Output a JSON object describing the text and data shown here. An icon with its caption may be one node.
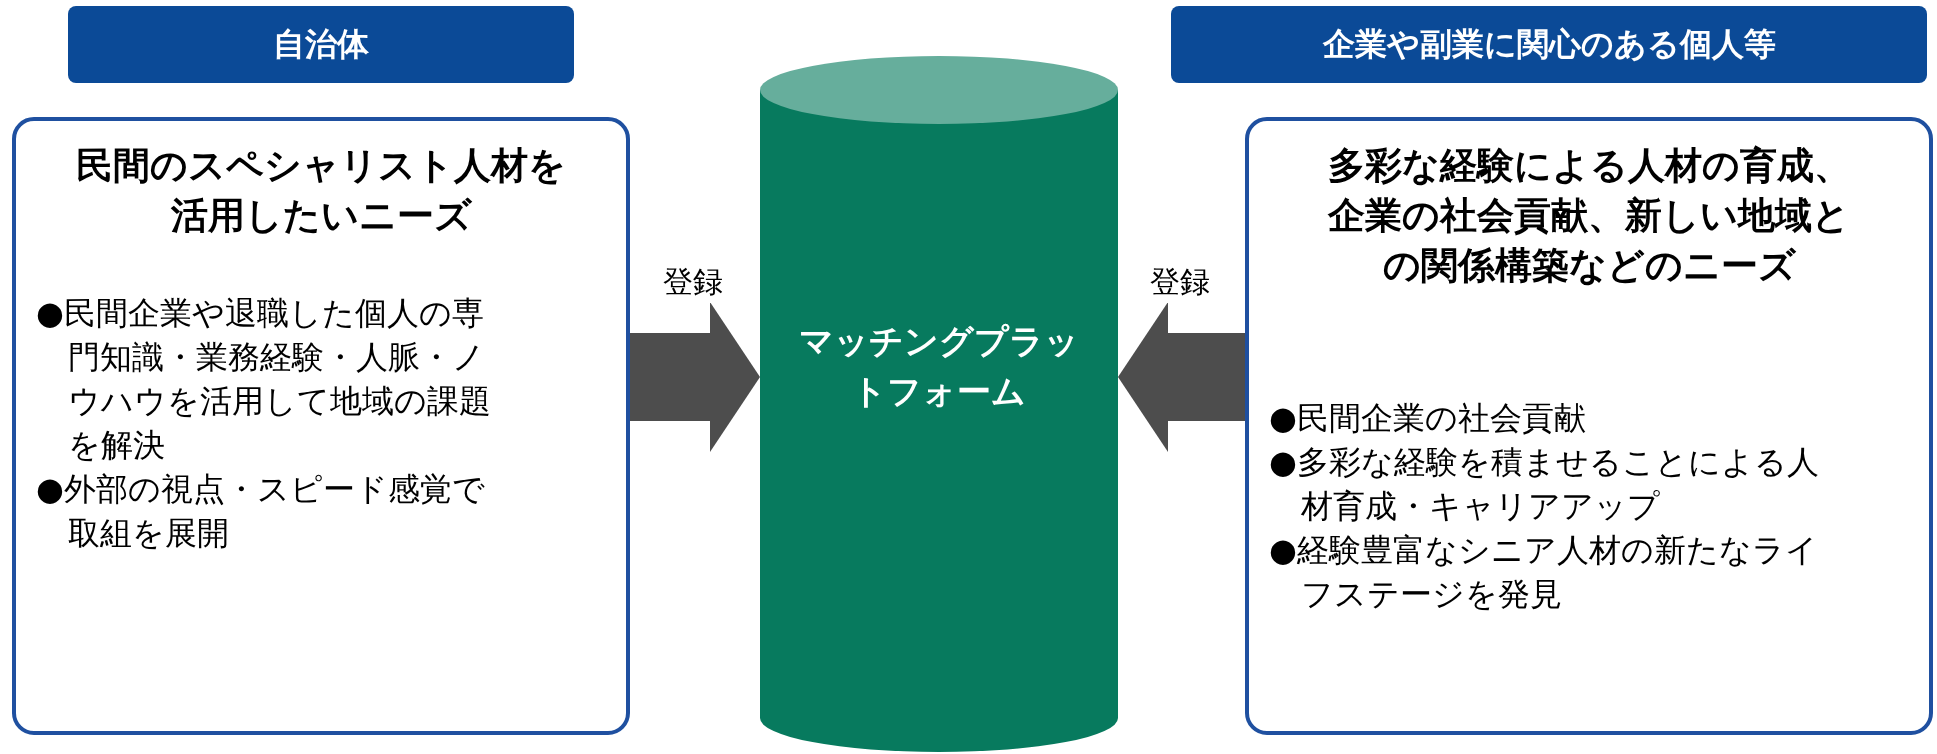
{
  "diagram": {
    "nodes": [
      {
        "text": [
          "自治体"
        ]
      },
      {
        "text": [
          "民間のスペシャリスト人材を活用したいニーズ",
          "●民間企業や退職した個人の専門知識・業務経験・人脈・ノウハウを活用して地域の課題を解決",
          "●外部の視点・スピード感覚で取組を展開"
        ]
      },
      {
        "text": [
          "マッチングプラットフォーム"
        ]
      },
      {
        "text": [
          "企業や副業に関心のある個人等"
        ]
      },
      {
        "text": [
          "多彩な経験による人材の育成、企業の社会貢献、新しい地域との関係構築などのニーズ",
          "●民間企業の社会貢献",
          "●多彩な経験を積ませることによる人材育成・キャリアアップ",
          "●経験豊富なシニア人材の新たなライフステージを発見"
        ]
      }
    ],
    "edges": [
      {
        "from": 1,
        "to": 2,
        "arrow": "to",
        "label": "登録"
      },
      {
        "from": 4,
        "to": 2,
        "arrow": "to",
        "label": "登録"
      }
    ]
  }
}
